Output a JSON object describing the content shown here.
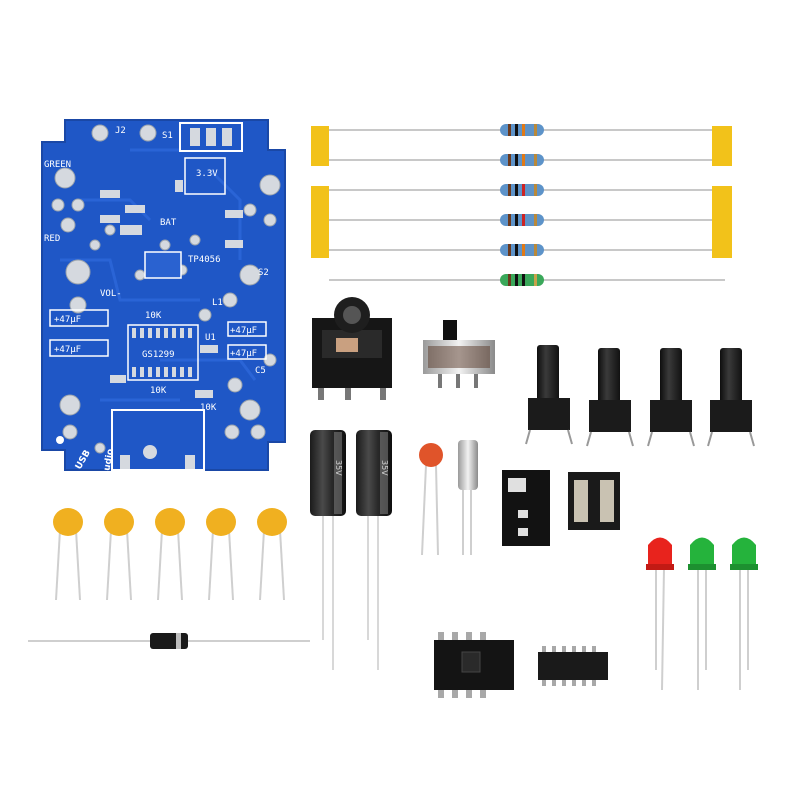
{
  "pcb": {
    "labels": {
      "j2": "J2",
      "s1": "S1",
      "green": "GREEN",
      "red": "RED",
      "bat": "BAT",
      "chip": "GS1299",
      "reg": "3.3V",
      "tp": "TP4056",
      "r1": "10K",
      "cap1": "+47μF",
      "cap2": "+47μF",
      "cap3": "+47μF",
      "cap4": "+47μF",
      "vol": "VOL-",
      "audio": "Audio",
      "r2": "10K",
      "r3": "10K",
      "usb": "USB",
      "l1": "L1",
      "u1": "U1",
      "c5": "C5",
      "s2": "S2"
    }
  },
  "electrolytic": {
    "marking": "35V"
  },
  "colors": {
    "pcb": "#1f57c6",
    "pad": "#d5d9df",
    "tape": "#f2c21a",
    "ceramic": "#f0b020",
    "led_red": "#e8231d",
    "led_green": "#25b33c"
  }
}
